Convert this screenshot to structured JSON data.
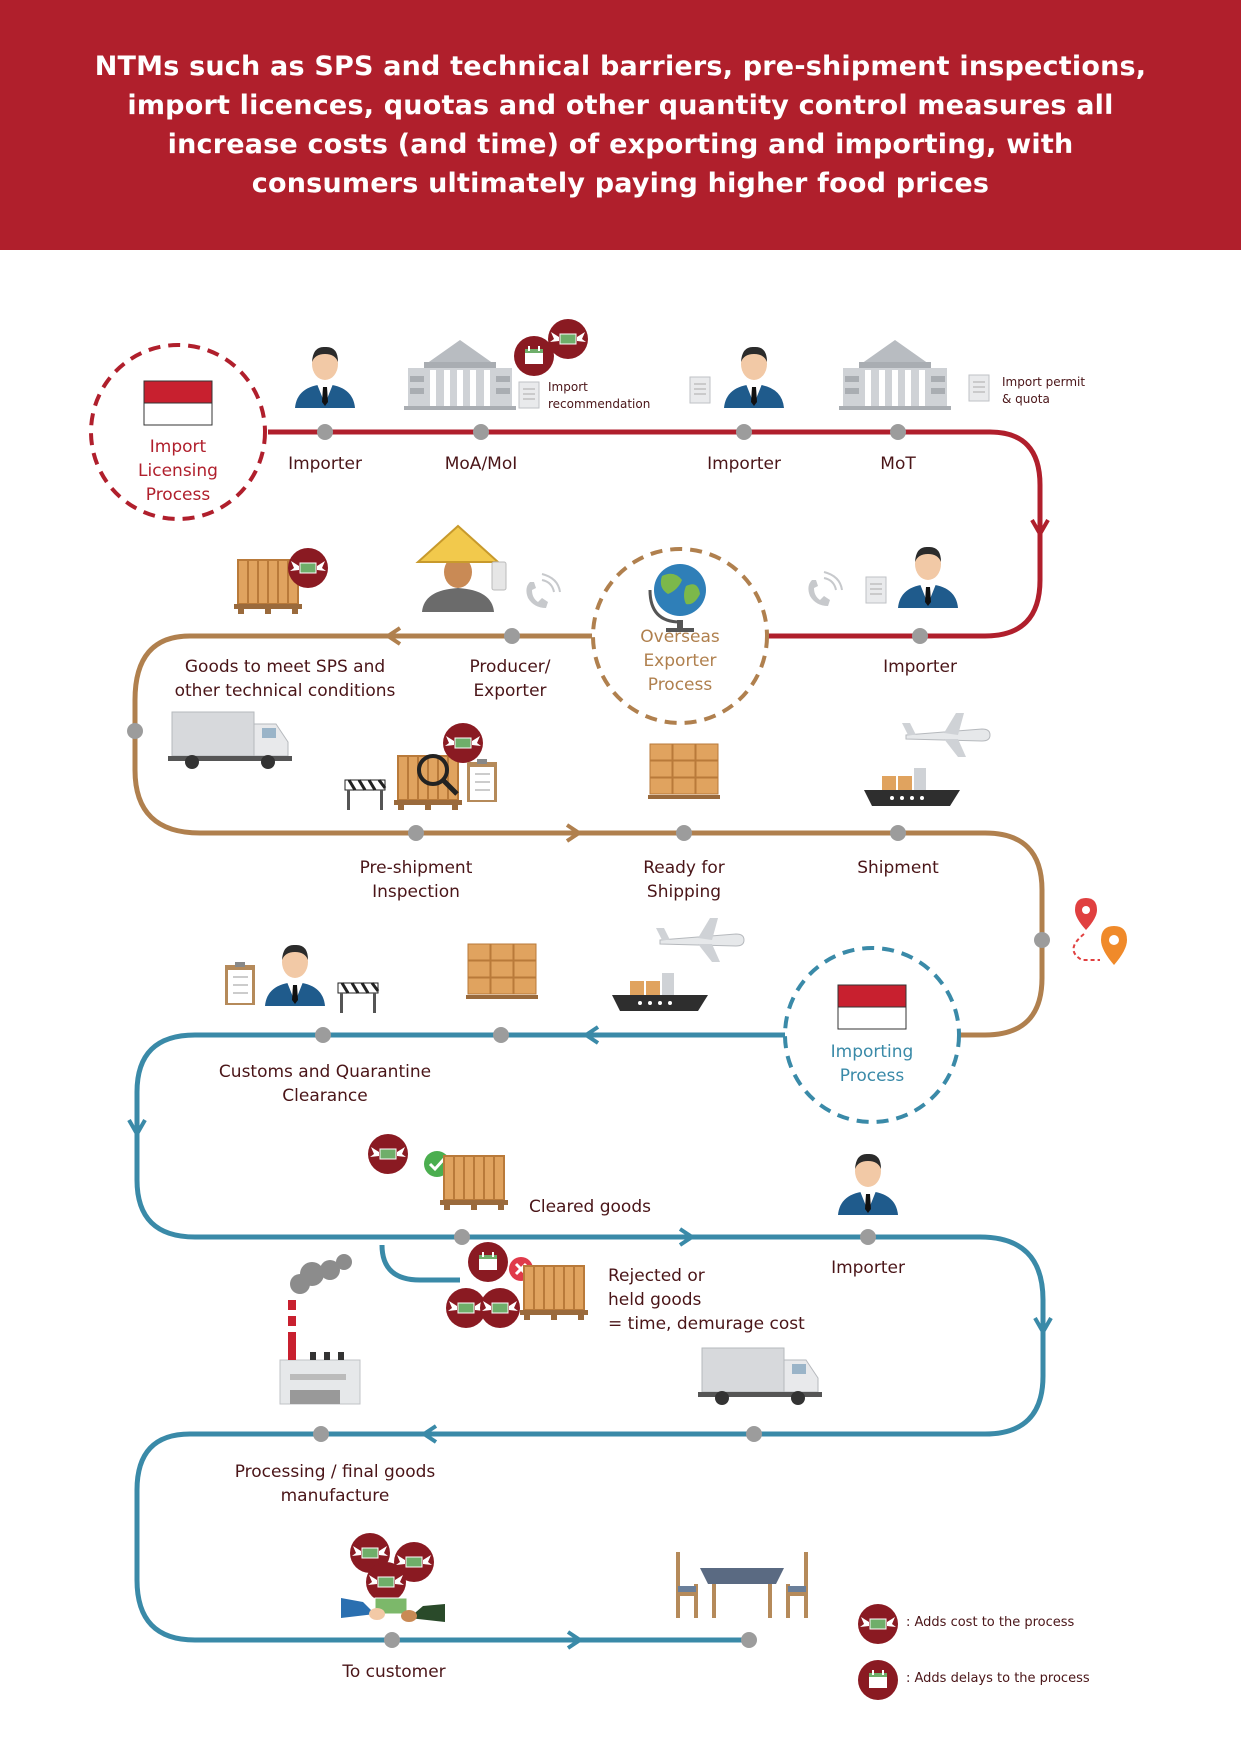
{
  "header": {
    "lead": "NTMs",
    "rest": " such as SPS and technical barriers, pre-shipment inspections, import licences, quotas and other quantity control measures all increase costs (and time) of exporting and importing, with consumers ultimately paying higher food prices"
  },
  "colors": {
    "brand_red": "#b01f2c",
    "licensing_path": "#b01f2c",
    "exporter_path": "#b0804e",
    "importing_path": "#3a8aa8",
    "node": "#9c9c9c",
    "label_text": "#4a1518"
  },
  "processes": {
    "licensing": {
      "line1": "Import",
      "line2": "Licensing",
      "line3": "Process"
    },
    "exporter": {
      "line1": "Overseas",
      "line2": "Exporter",
      "line3": "Process"
    },
    "importing": {
      "line1": "Importing",
      "line2": "Process"
    }
  },
  "steps": {
    "importer_1": "Importer",
    "moa": "MoA/MoI",
    "importer_2": "Importer",
    "mot": "MoT",
    "importer_3": "Importer",
    "producer_1": "Producer/",
    "producer_2": "Exporter",
    "goods_1": "Goods to meet SPS and",
    "goods_2": "other technical conditions",
    "preship_1": "Pre-shipment",
    "preship_2": "Inspection",
    "ready_1": "Ready for",
    "ready_2": "Shipping",
    "shipment": "Shipment",
    "customs_1": "Customs and Quarantine",
    "customs_2": "Clearance",
    "cleared": "Cleared goods",
    "importer_4": "Importer",
    "rejected_1": "Rejected or",
    "rejected_2": "held goods",
    "rejected_3": "= time, demurage cost",
    "processing_1": "Processing / final goods",
    "processing_2": "manufacture",
    "customer": "To customer"
  },
  "documents": {
    "import_rec_1": "Import",
    "import_rec_2": "recommendation",
    "permit_1": "Import permit",
    "permit_2": "& quota"
  },
  "legend": {
    "cost": ": Adds cost to the process",
    "delay": ": Adds delays to the process"
  },
  "icons": [
    "person-icon",
    "government-building-icon",
    "money-wings-icon",
    "calendar-icon",
    "document-icon",
    "phone-icon",
    "globe-icon",
    "farmer-icon",
    "pallet-icon",
    "truck-icon",
    "magnifier-icon",
    "clipboard-icon",
    "barrier-icon",
    "boxes-icon",
    "airplane-icon",
    "cargo-ship-icon",
    "map-pin-icon",
    "flag-icon",
    "check-icon",
    "cross-icon",
    "factory-icon",
    "handshake-money-icon",
    "dining-table-icon"
  ]
}
